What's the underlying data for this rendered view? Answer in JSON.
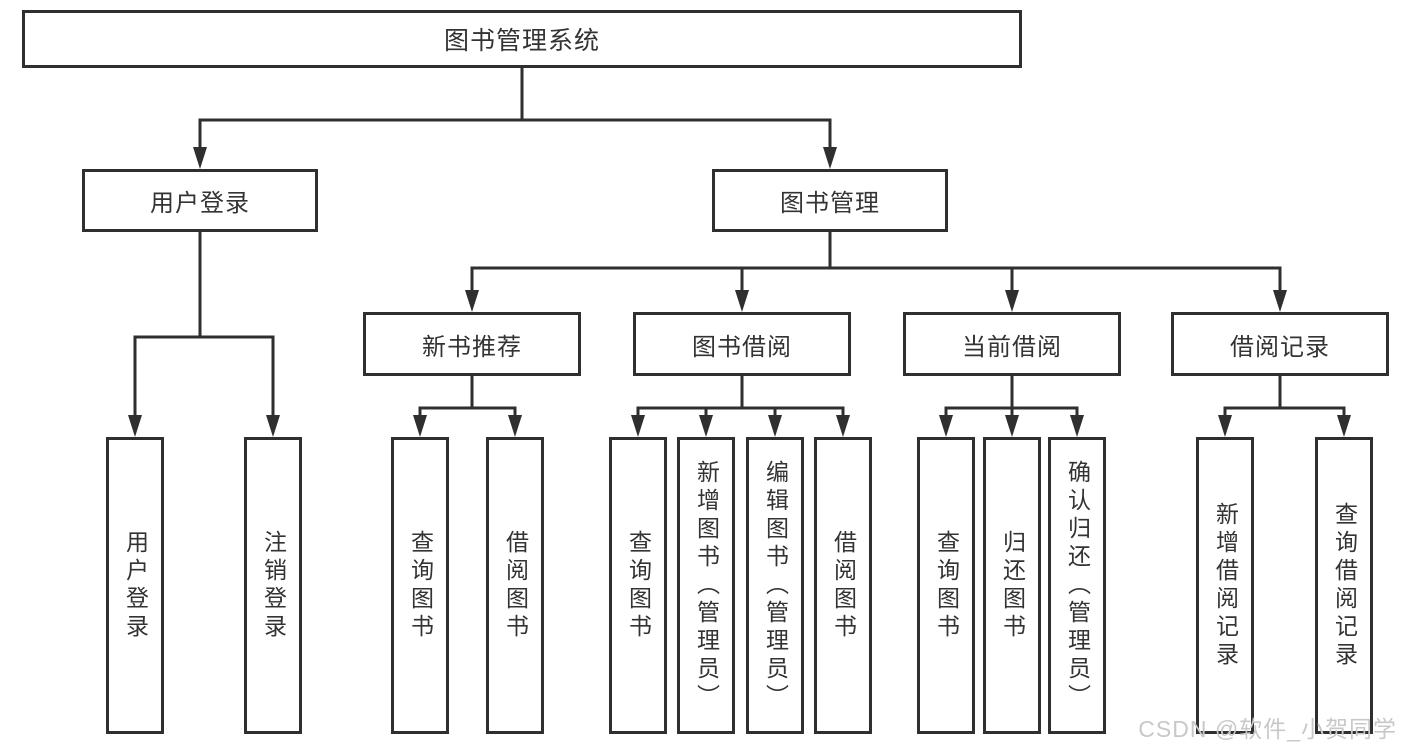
{
  "diagram": {
    "root": {
      "label": "图书管理系统"
    },
    "level2": [
      {
        "label": "用户登录"
      },
      {
        "label": "图书管理"
      }
    ],
    "level3": [
      {
        "label": "新书推荐"
      },
      {
        "label": "图书借阅"
      },
      {
        "label": "当前借阅"
      },
      {
        "label": "借阅记录"
      }
    ],
    "leaf_groups": [
      {
        "parent": "用户登录",
        "items": [
          "用户登录",
          "注销登录"
        ]
      },
      {
        "parent": "新书推荐",
        "items": [
          "查询图书",
          "借阅图书"
        ]
      },
      {
        "parent": "图书借阅",
        "items": [
          "查询图书",
          "新增图书（管理员）",
          "编辑图书（管理员）",
          "借阅图书"
        ]
      },
      {
        "parent": "当前借阅",
        "items": [
          "查询图书",
          "归还图书",
          "确认归还（管理员）"
        ]
      },
      {
        "parent": "借阅记录",
        "items": [
          "新增借阅记录",
          "查询借阅记录"
        ]
      }
    ],
    "colors": {
      "line": "#2f2f2f",
      "text": "#333333",
      "background": "#ffffff",
      "watermark": "#c8c8c8"
    },
    "watermark": "CSDN @软件_小贺同学"
  }
}
